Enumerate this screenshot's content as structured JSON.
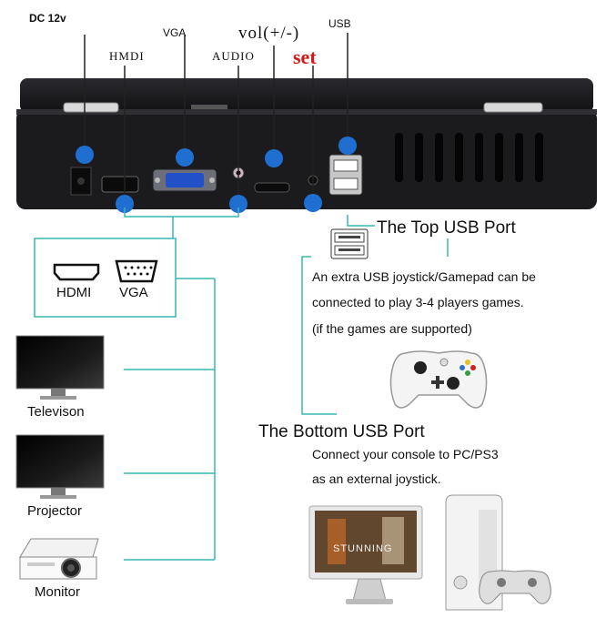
{
  "ports": {
    "dc": "DC 12v",
    "hdmi": "HMDI",
    "vga": "VGA",
    "audio": "AUDIO",
    "vol": "vol(+/-)",
    "set": "set",
    "usb": "USB"
  },
  "video_box": {
    "hdmi": "HDMI",
    "vga": "VGA"
  },
  "displays": [
    "Televison",
    "Projector",
    "Monitor"
  ],
  "top_usb": {
    "title": "The Top USB Port",
    "lines": [
      "An extra USB joystick/Gamepad can be",
      "connected to play 3-4 players games.",
      "(if the games are supported)"
    ]
  },
  "bottom_usb": {
    "title": "The Bottom USB Port",
    "lines": [
      "Connect your console to PC/PS3",
      "as an external joystick."
    ]
  },
  "screen_text": "STUNNING",
  "colors": {
    "dot": "#1e6fd0",
    "line": "#38b6b2",
    "set": "#d01818",
    "body": "#1c1c1e"
  }
}
